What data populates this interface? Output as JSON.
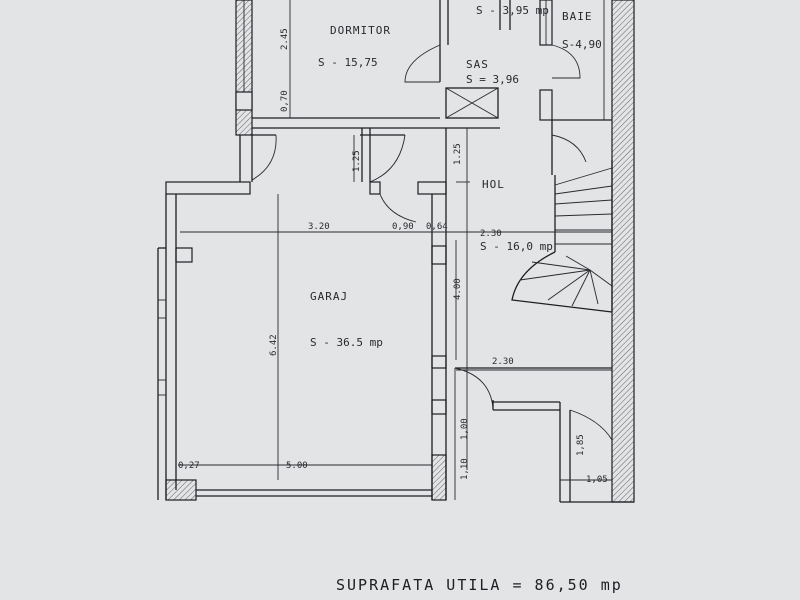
{
  "rooms": {
    "dormitor": {
      "name": "DORMITOR",
      "area": "S - 15,75"
    },
    "baie": {
      "name": "BAIE",
      "area": "S-4,90"
    },
    "sas": {
      "name": "SAS",
      "area": "S = 3,96"
    },
    "hol": {
      "name": "HOL",
      "area": "S - 16,0 mp"
    },
    "garaj": {
      "name": "GARAJ",
      "area": "S - 36.5 mp"
    },
    "top_partial": {
      "area": "S - 3,95 mp"
    }
  },
  "dimensions": {
    "d_2_45": "2.45",
    "d_0_70": "0,70",
    "d_1_25_left": "1.25",
    "d_1_25_hol": "1.25",
    "d_3_20": "3.20",
    "d_0_90": "0,90",
    "d_0_64": "0,64",
    "d_2_30_top": "2.30",
    "d_4_00": "4.00",
    "d_6_42": "6.42",
    "d_2_30_mid": "2.30",
    "d_5_00": "5.00",
    "d_0_27": "0,27",
    "d_1_10": "1,10",
    "d_1_00": "1,00",
    "d_1_85": "1,85",
    "d_1_05": "1,05"
  },
  "footer": {
    "text": "SUPRAFATA UTILA = 86,50 mp"
  }
}
